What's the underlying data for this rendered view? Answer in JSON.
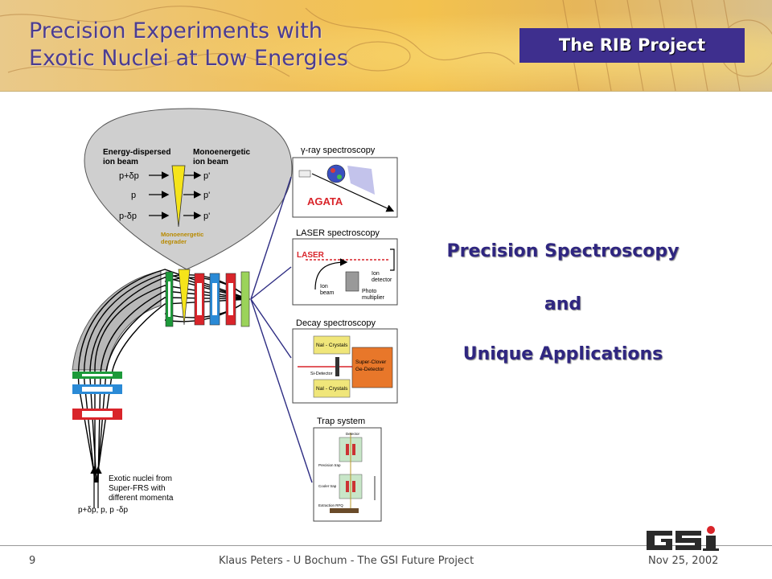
{
  "header": {
    "title_line1": "Precision Experiments with",
    "title_line2": "Exotic Nuclei at Low Energies",
    "project_label": "The RIB Project"
  },
  "diagram": {
    "energy_dispersed": [
      "Energy-dispersed",
      "ion beam"
    ],
    "monoenergetic": [
      "Monoenergetic",
      "ion beam"
    ],
    "momenta": [
      "p+δp",
      "p",
      "p-δp"
    ],
    "primed": [
      "p'",
      "p'",
      "p'"
    ],
    "degrader": [
      "Monoenergetic",
      "degrader"
    ],
    "exotic": [
      "Exotic nuclei from",
      "Super-FRS with",
      "different momenta"
    ],
    "momenta_line": "p+δp,  p, p -δp",
    "gamma_title": "γ-ray  spectroscopy",
    "agata": "AGATA",
    "laser_title": "LASER spectroscopy",
    "laser": "LASER",
    "ion_beam": [
      "Ion",
      "beam"
    ],
    "ion_detector": [
      "Ion",
      "detector"
    ],
    "photo": [
      "Photo",
      "multiplier"
    ],
    "decay_title": "Decay  spectroscopy",
    "nai_top": "NaI - Crystals",
    "nai_bottom": "NaI - Crystals",
    "si_detector": "Si-Detector",
    "clover": [
      "Super-Clover",
      "Ge-Detector"
    ],
    "trap_title": "Trap  system",
    "trap_labels": [
      "Detector",
      "Precision trap",
      "Cooler trap",
      "Extraction RFQ"
    ]
  },
  "right": {
    "line1": "Precision Spectroscopy",
    "line2": "and",
    "line3": "Unique Applications"
  },
  "footer": {
    "page": "9",
    "center": "Klaus Peters - U Bochum - The GSI Future Project",
    "date": "Nov 25, 2002",
    "logo_text": "GSI"
  },
  "colors": {
    "title": "#4b3c92",
    "project_bg": "#3e2f8e",
    "right_text": "#2f2680",
    "connector": "#2e2d83"
  }
}
